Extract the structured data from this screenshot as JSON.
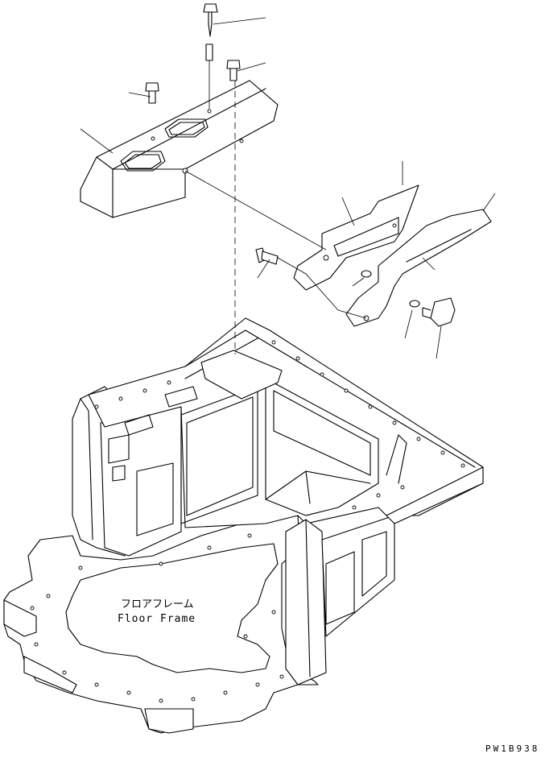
{
  "labels": {
    "floor_frame_jp": "フロアフレーム",
    "floor_frame_en": "Floor Frame",
    "drawing_code": "PW1B938"
  }
}
